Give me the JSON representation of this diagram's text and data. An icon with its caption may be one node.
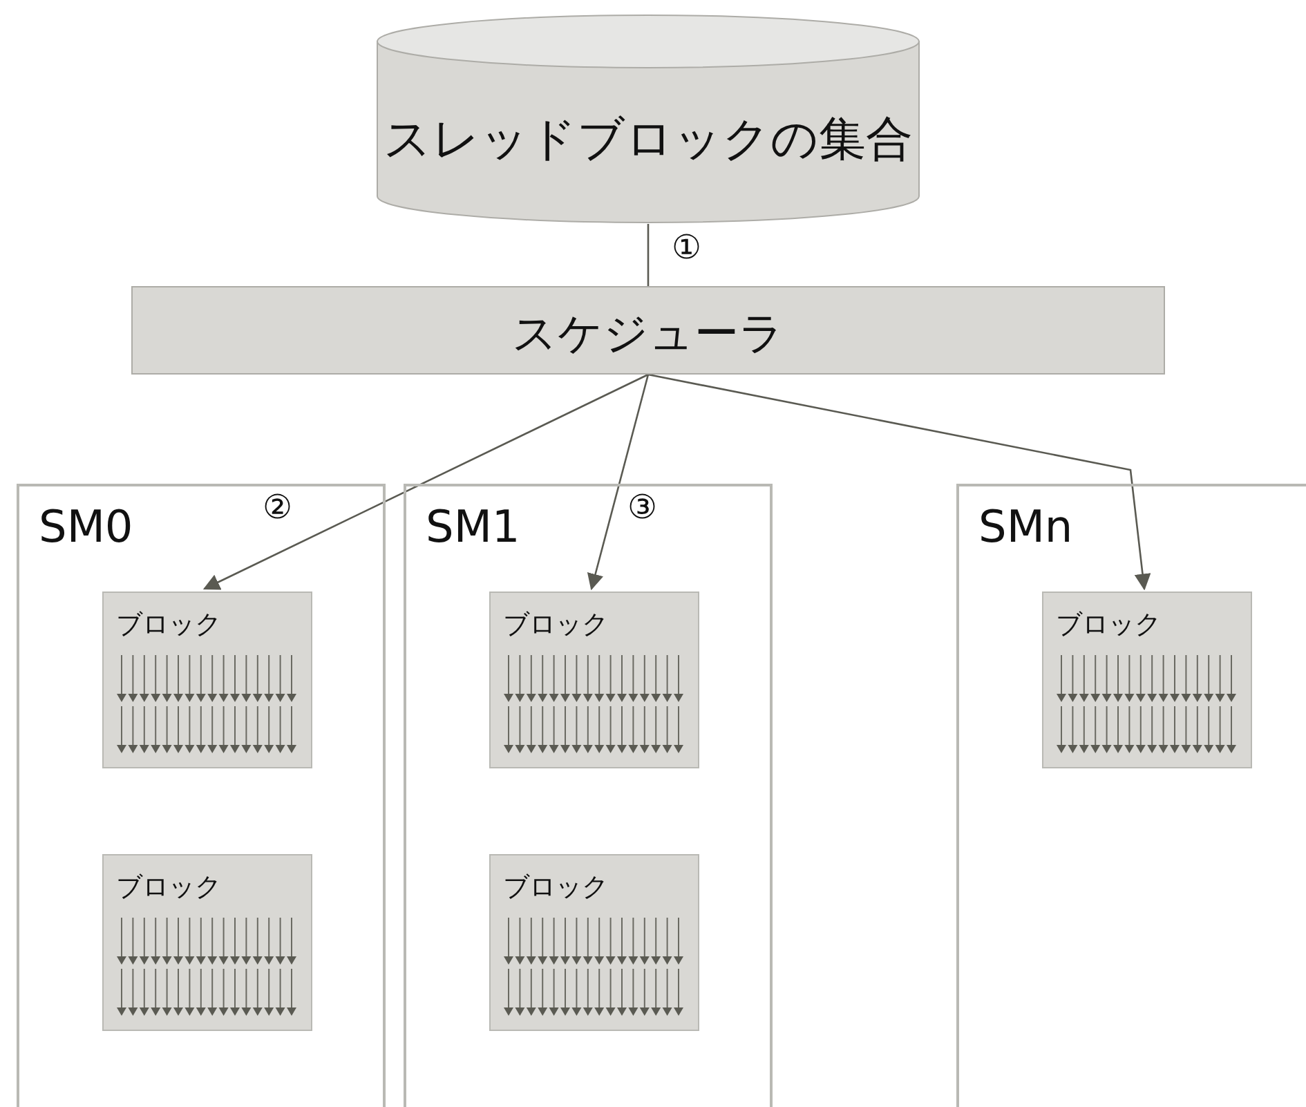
{
  "diagram": {
    "nodes": [
      {
        "text": [
          "スレッドブロックの集合"
        ]
      },
      {
        "text": [
          "スケジューラ"
        ]
      },
      {
        "text": [
          "SM0"
        ]
      },
      {
        "text": [
          "ブロック"
        ],
        "in": 2
      },
      {
        "text": [
          "ブロック"
        ],
        "in": 2
      },
      {
        "text": [
          "SM1"
        ]
      },
      {
        "text": [
          "ブロック"
        ],
        "in": 5
      },
      {
        "text": [
          "ブロック"
        ],
        "in": 5
      },
      {
        "text": [
          "SMn"
        ]
      },
      {
        "text": [
          "ブロック"
        ],
        "in": 8
      }
    ],
    "edges": [
      {
        "from": 0,
        "to": 1,
        "arrow": "none",
        "label": "①"
      },
      {
        "from": 1,
        "to": 3,
        "arrow": "to",
        "label": "②"
      },
      {
        "from": 1,
        "to": 6,
        "arrow": "to",
        "label": "③"
      },
      {
        "from": 1,
        "to": 9,
        "arrow": "to"
      }
    ]
  }
}
